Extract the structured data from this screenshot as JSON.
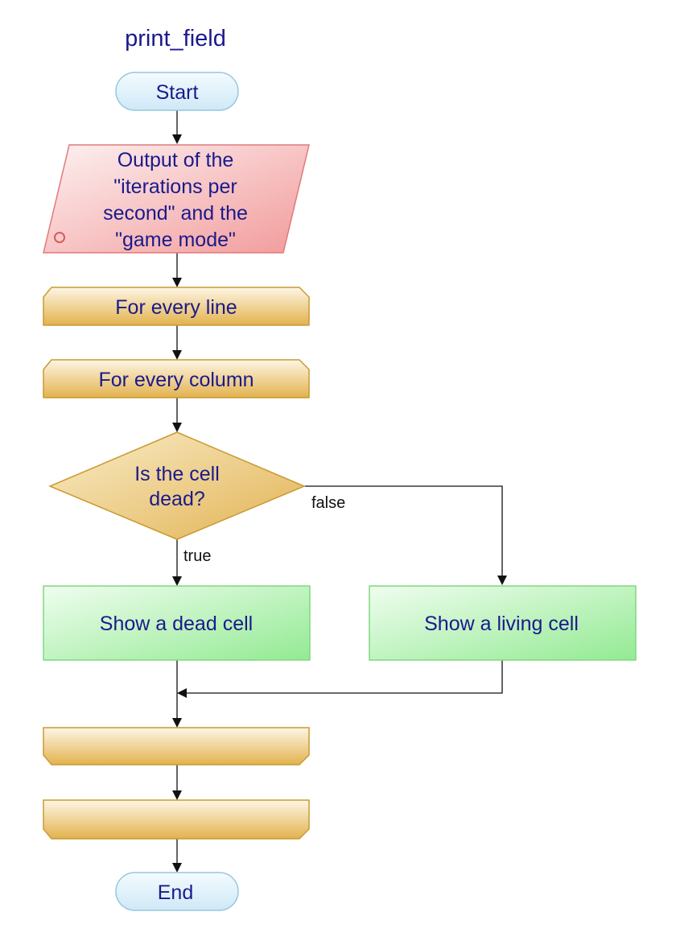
{
  "title": "print_field",
  "nodes": {
    "start": "Start",
    "output": [
      "Output of the",
      "\"iterations per",
      "second\" and the",
      "\"game mode\""
    ],
    "loop_lines": "For every line",
    "loop_columns": "For every column",
    "decision": [
      "Is the cell",
      "dead?"
    ],
    "dead_cell": "Show a dead cell",
    "living_cell": "Show a living cell",
    "end_loop_columns": "",
    "end_loop_lines": "",
    "end": "End"
  },
  "edges": {
    "true_label": "true",
    "false_label": "false"
  },
  "colors": {
    "terminal": "#d4ecf7",
    "io": "#f4a6a6",
    "loop": "#e8bb5a",
    "decision": "#e6c26a",
    "process": "#a9efa9"
  }
}
